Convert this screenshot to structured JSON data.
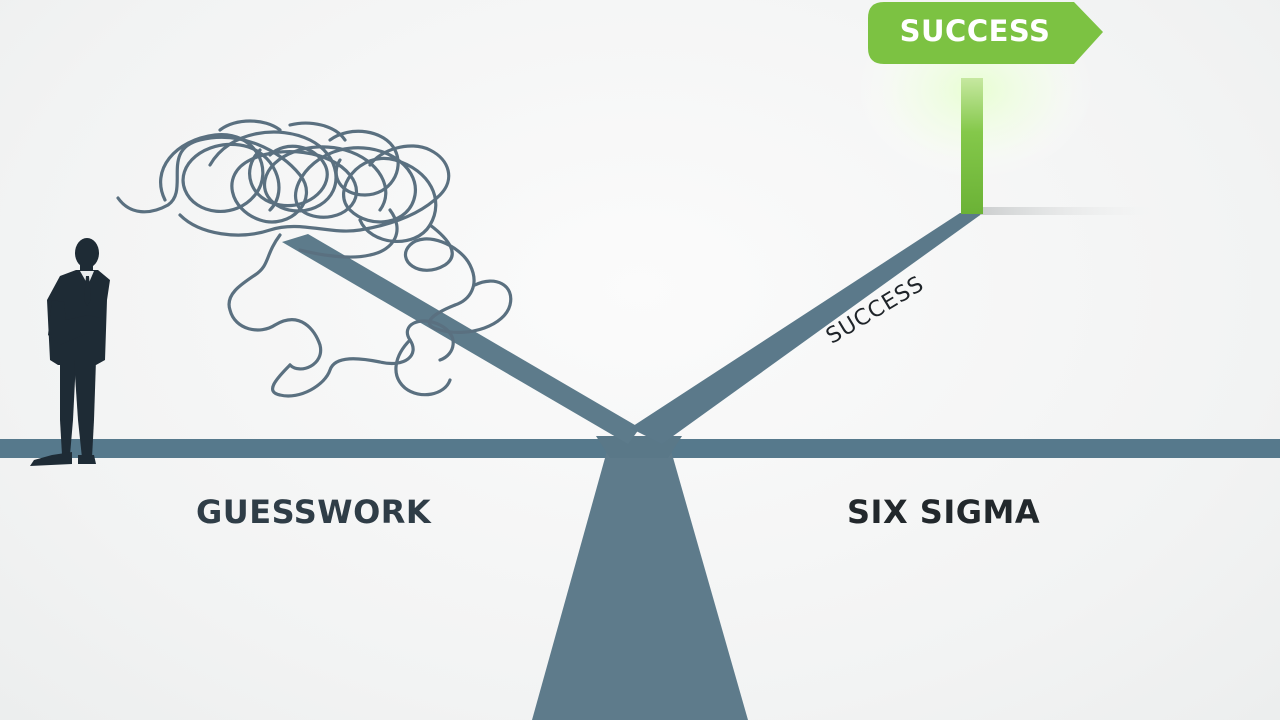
{
  "labels": {
    "left": "GUESSWORK",
    "right": "SIX SIGMA",
    "sign": "SUCCESS",
    "path": "SUCCESS"
  },
  "colors": {
    "beam": "#5b7a8a",
    "pillar": "#5e7b8b",
    "tangle": "#5a7080",
    "sign_green": "#7cc242",
    "figure": "#1e2b35",
    "text_dark": "#2f3d47"
  },
  "icons": {
    "figure": "businessman-silhouette-icon",
    "tangle": "tangled-line-icon",
    "sign": "arrow-signpost-icon"
  }
}
